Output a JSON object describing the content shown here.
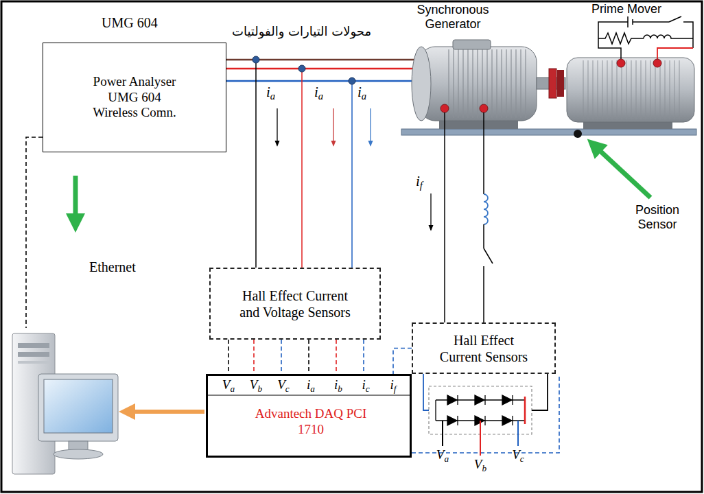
{
  "diagram": {
    "nodes": [
      {
        "text": [
          "Power Analyser",
          "UMG 604",
          "Wireless Comn."
        ]
      },
      {
        "text": [
          "Hall Effect Current and Voltage Sensors"
        ]
      },
      {
        "text": [
          "Hall Effect Current Sensors"
        ]
      },
      {
        "text": [
          "Va",
          "Vb",
          "Vc",
          "ia",
          "ib",
          "ic",
          "if",
          "Advantech DAQ PCI 1710"
        ]
      }
    ],
    "edges": [
      {
        "from": 1,
        "to": 3,
        "arrow": "none"
      },
      {
        "from": 2,
        "to": 3,
        "arrow": "none"
      }
    ],
    "labels": [
      "UMG 604",
      "محولات التيارات والفولتيات",
      "Synchronous Generator",
      "Prime Mover",
      "ia",
      "ia",
      "ia",
      "if",
      "Ethernet",
      "Position Sensor",
      "Va",
      "Vb",
      "Vc"
    ]
  }
}
